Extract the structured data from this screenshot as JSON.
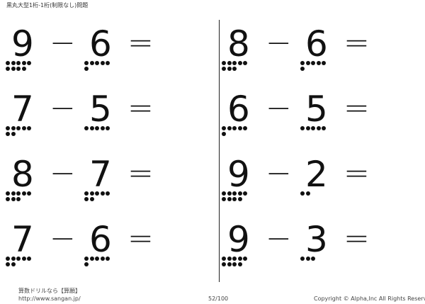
{
  "header": {
    "title": "黒丸大型1桁-1桁(制限なし)問題"
  },
  "problems": [
    {
      "a": "9",
      "op": "−",
      "b": "6",
      "eq": "=",
      "a_val": 9,
      "b_val": 6
    },
    {
      "a": "7",
      "op": "−",
      "b": "5",
      "eq": "=",
      "a_val": 7,
      "b_val": 5
    },
    {
      "a": "8",
      "op": "−",
      "b": "7",
      "eq": "=",
      "a_val": 8,
      "b_val": 7
    },
    {
      "a": "7",
      "op": "−",
      "b": "6",
      "eq": "=",
      "a_val": 7,
      "b_val": 6
    },
    {
      "a": "8",
      "op": "−",
      "b": "6",
      "eq": "=",
      "a_val": 8,
      "b_val": 6
    },
    {
      "a": "6",
      "op": "−",
      "b": "5",
      "eq": "=",
      "a_val": 6,
      "b_val": 5
    },
    {
      "a": "9",
      "op": "−",
      "b": "2",
      "eq": "=",
      "a_val": 9,
      "b_val": 2
    },
    {
      "a": "9",
      "op": "−",
      "b": "3",
      "eq": "=",
      "a_val": 9,
      "b_val": 3
    }
  ],
  "footer": {
    "site_name": "算数ドリルなら【算願】",
    "url": "http://www.sangan.jp/",
    "page": "52/100",
    "copyright": "Copyright © Alpha,Inc All Rights Reserved."
  }
}
